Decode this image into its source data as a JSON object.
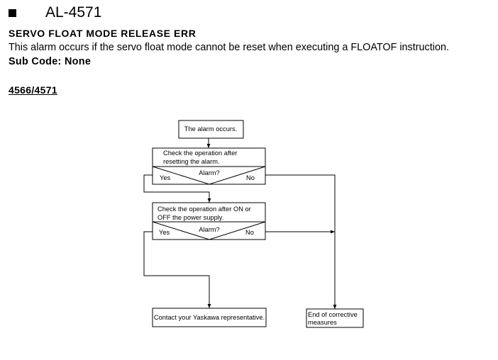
{
  "header": {
    "alarm_code": "AL-4571",
    "alarm_name": "SERVO FLOAT MODE RELEASE ERR",
    "description": "This alarm occurs if the servo float mode cannot be reset when executing a FLOATOF instruction.",
    "sub_code": "Sub Code: None"
  },
  "section": {
    "title": "4566/4571"
  },
  "flowchart": {
    "start": "The alarm occurs.",
    "step1": {
      "line1": "Check the operation after",
      "line2": "resetting the alarm."
    },
    "decision1": {
      "question": "Alarm?",
      "yes": "Yes",
      "no": "No"
    },
    "step2": {
      "line1": "Check the operation after ON or",
      "line2": "OFF the power supply."
    },
    "decision2": {
      "question": "Alarm?",
      "yes": "Yes",
      "no": "No"
    },
    "contact": "Contact your Yaskawa representative.",
    "end": {
      "line1": "End of corrective",
      "line2": "measures"
    }
  }
}
